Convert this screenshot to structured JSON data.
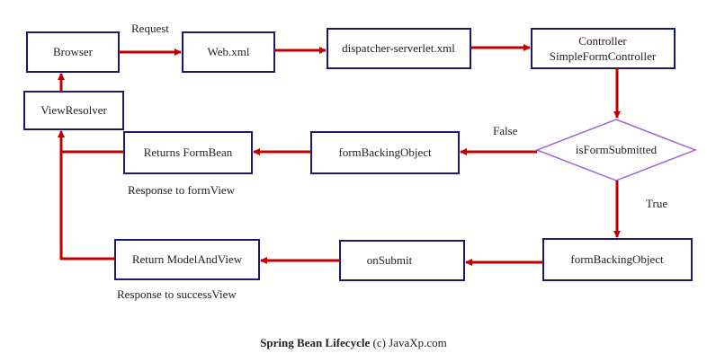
{
  "colors": {
    "box_border": "#1a1a6e",
    "diamond_border": "#a066d3",
    "arrow": "#c00000",
    "text": "#222222"
  },
  "nodes": {
    "browser": "Browser",
    "web_xml": "Web.xml",
    "dispatcher": "dispatcher-serverlet.xml",
    "controller_line1": "Controller",
    "controller_line2": "SimpleFormController",
    "view_resolver": "ViewResolver",
    "is_form_submitted": "isFormSubmitted",
    "form_backing_object_false": "formBackingObject",
    "returns_form_bean": "Returns FormBean",
    "form_backing_object_true": "formBackingObject",
    "on_submit": "onSubmit",
    "return_model_and_view": "Return ModelAndView"
  },
  "labels": {
    "request": "Request",
    "false": "False",
    "true": "True",
    "response_form_view": "Response to formView",
    "response_success_view": "Response to successView"
  },
  "caption": {
    "title": "Spring Bean Lifecycle",
    "credit": "(c) JavaXp.com"
  }
}
